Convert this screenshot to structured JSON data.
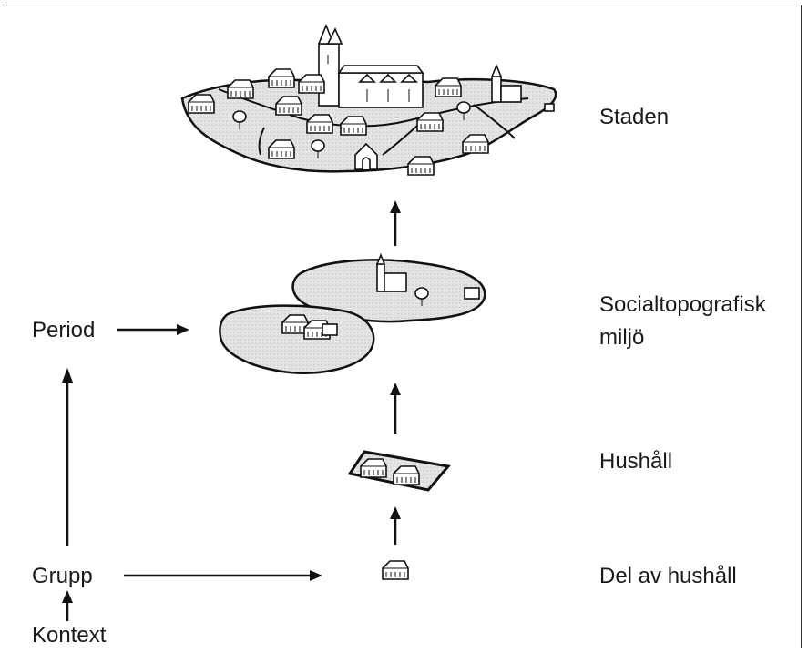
{
  "levels": {
    "staden": "Staden",
    "socialtopografisk_line1": "Socialtopografisk",
    "socialtopografisk_line2": "miljö",
    "hushall": "Hushåll",
    "del_av_hushall": "Del av hushåll"
  },
  "side_labels": {
    "period": "Period",
    "grupp": "Grupp",
    "kontext": "Kontext"
  }
}
